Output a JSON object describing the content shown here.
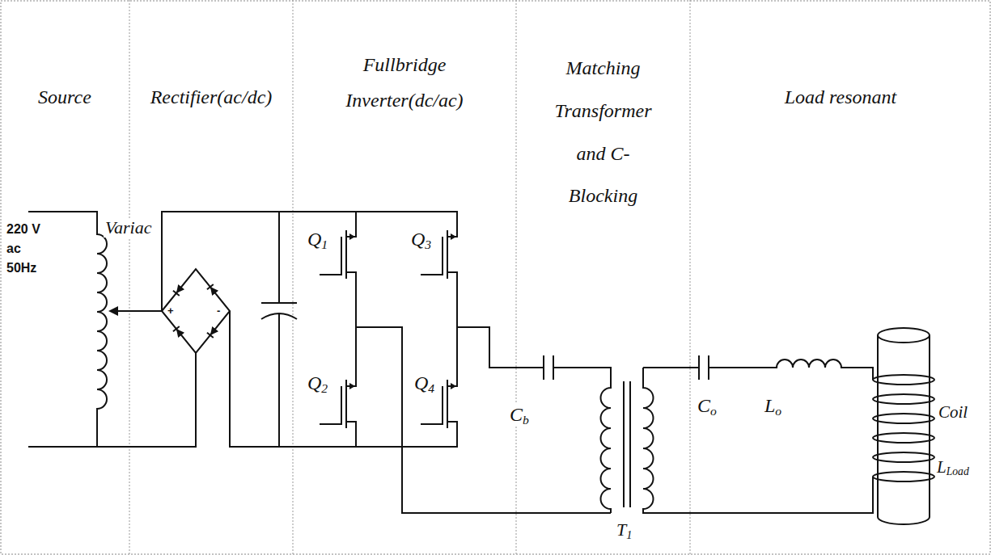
{
  "diagram": {
    "nodes": [
      {
        "text": [
          "Source"
        ]
      },
      {
        "text": [
          "Rectifier(ac/dc)"
        ]
      },
      {
        "text": [
          "Fullbridge Inverter(dc/ac)"
        ]
      },
      {
        "text": [
          "Matching Transformer and C-Blocking"
        ]
      },
      {
        "text": [
          "Load resonant"
        ]
      }
    ],
    "labels": [
      "Variac",
      "220 V ac 50Hz",
      "+",
      "-",
      "Q1",
      "Q3",
      "Q2",
      "Q4",
      "Cb",
      "T1",
      "Co",
      "Lo",
      "Coil",
      "LLoad"
    ]
  }
}
